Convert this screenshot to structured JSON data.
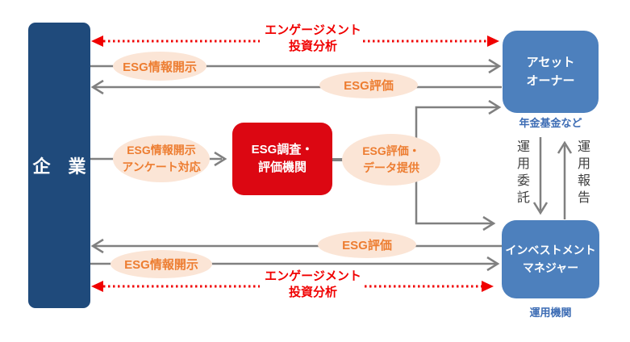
{
  "diagram": {
    "title": "ESG investment information flow diagram",
    "nodes": {
      "company": {
        "label": "企　業"
      },
      "asset_owner": {
        "label": "アセット\nオーナー",
        "caption": "年金基金など"
      },
      "esg_agency": {
        "label": "ESG調査・\n評価機関"
      },
      "investment_manager": {
        "label": "インベストメント\nマネジャー",
        "caption": "運用機関"
      }
    },
    "flows": {
      "engagement_top": {
        "label": "エンゲージメント\n投資分析"
      },
      "esg_disclosure_top": {
        "label": "ESG情報開示"
      },
      "esg_rating_top": {
        "label": "ESG評価"
      },
      "esg_disclosure_survey": {
        "label": "ESG情報開示\nアンケート対応"
      },
      "esg_rating_data": {
        "label": "ESG評価・\nデータ提供"
      },
      "esg_rating_bottom": {
        "label": "ESG評価"
      },
      "esg_disclosure_bottom": {
        "label": "ESG情報開示"
      },
      "engagement_bottom": {
        "label": "エンゲージメント\n投資分析"
      },
      "mandate": {
        "label": "運用委託"
      },
      "report": {
        "label": "運用報告"
      }
    },
    "colors": {
      "company_box": "#1f4a7b",
      "org_box": "#4d80bd",
      "agency_box": "#dc0712",
      "flow_label_orange": "#ed7d31",
      "flow_label_bg": "#fbe5d6",
      "arrow_gray": "#808080",
      "engagement_red": "#f00000",
      "caption_blue": "#3c6cb4"
    }
  }
}
